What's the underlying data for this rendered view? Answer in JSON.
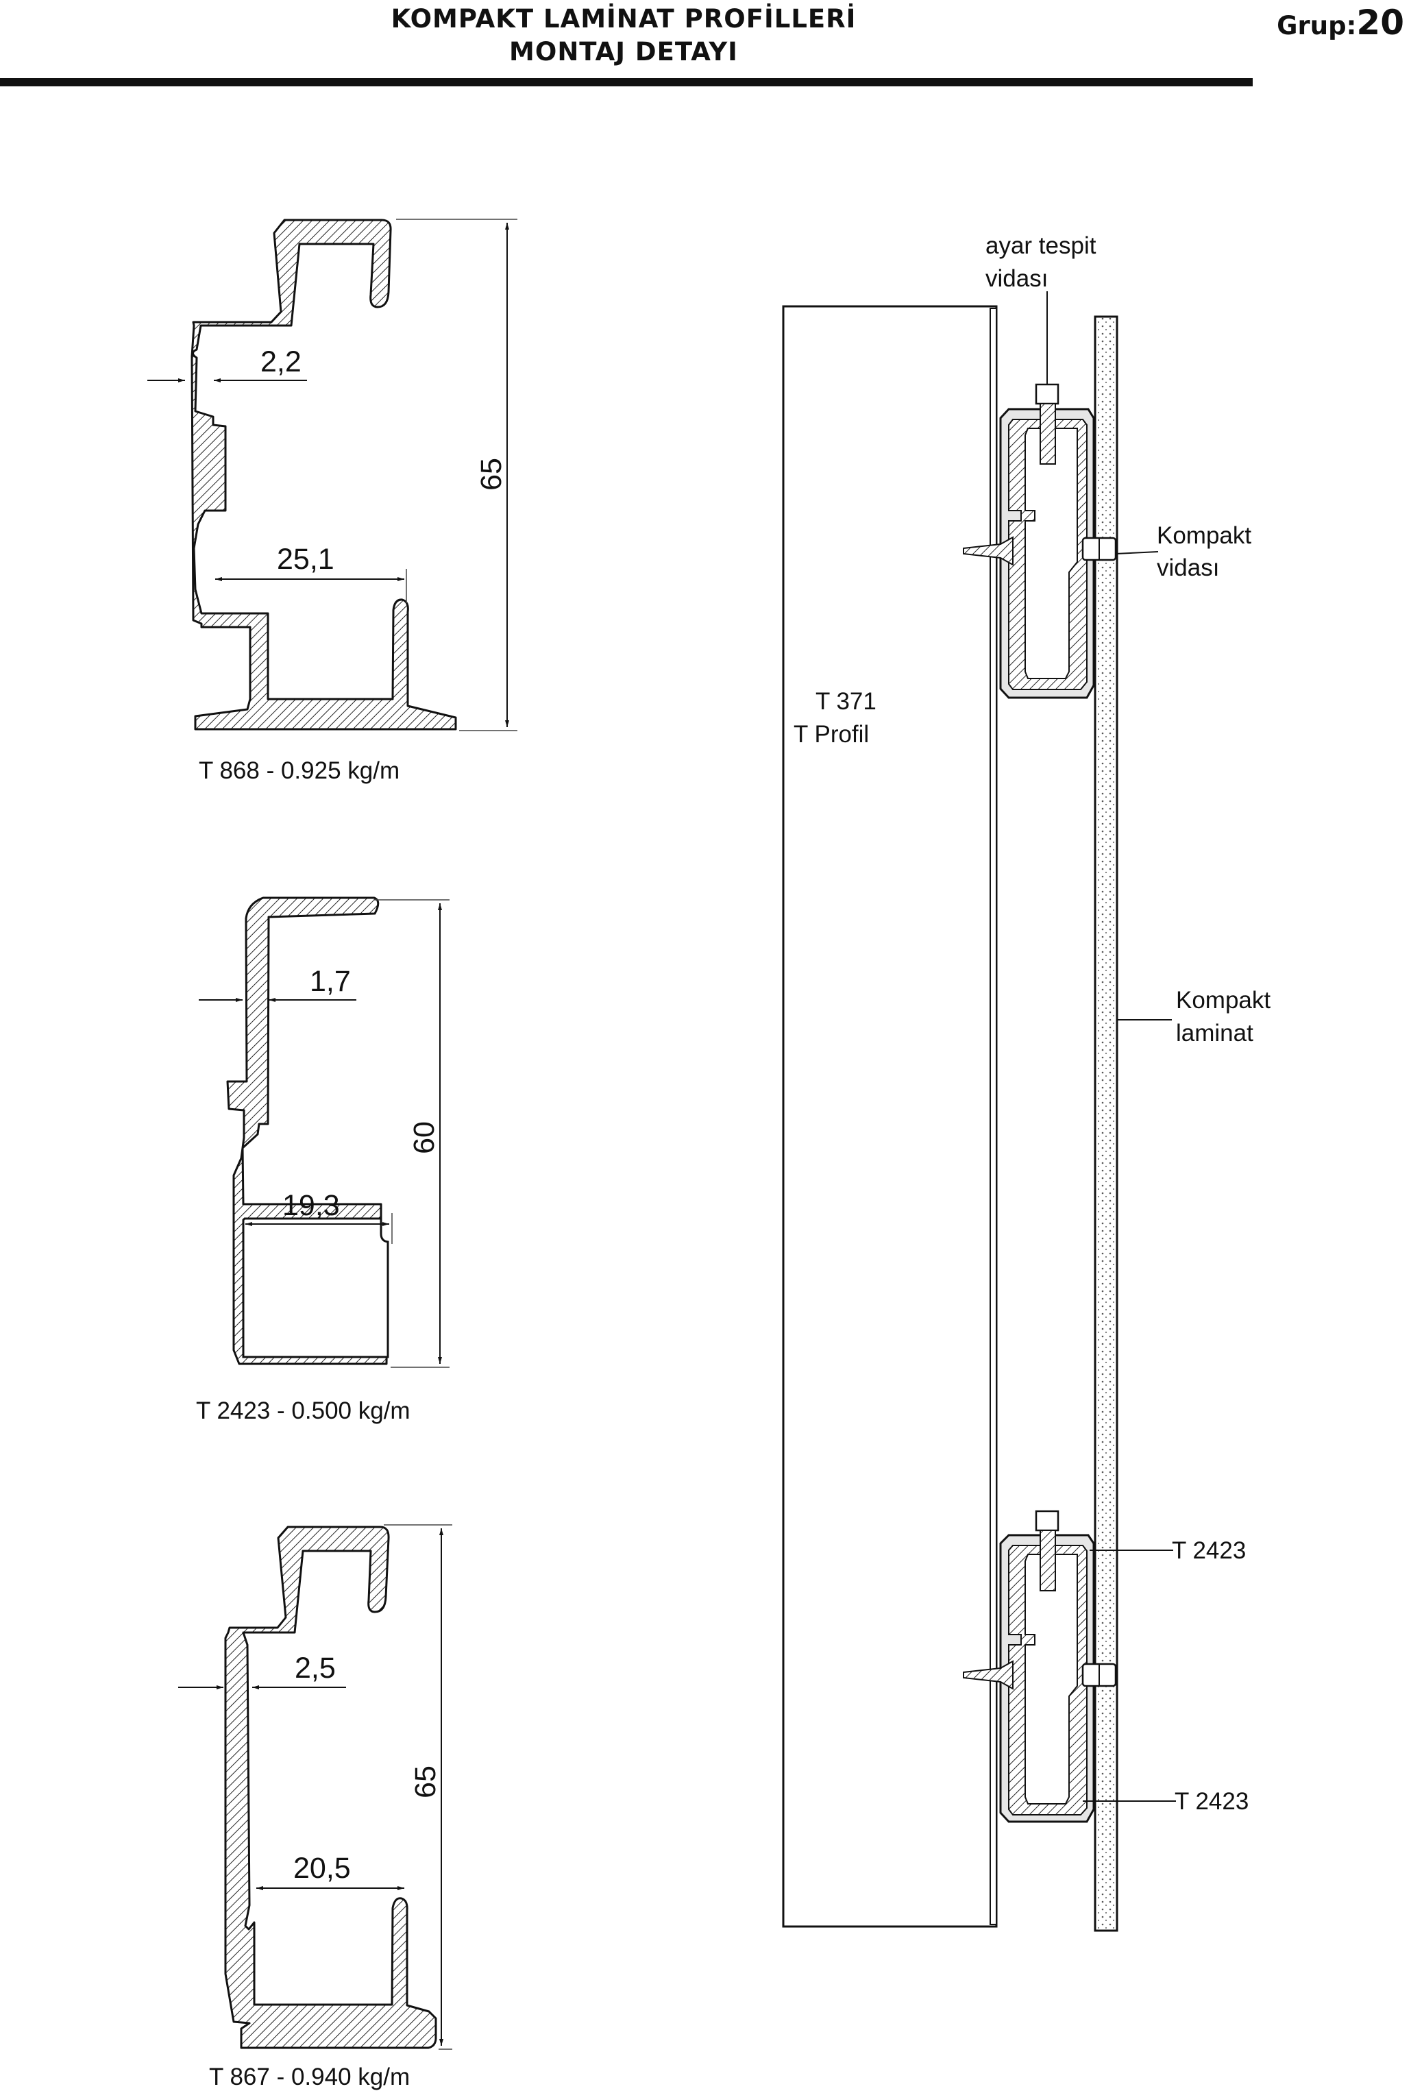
{
  "header": {
    "title_line1": "KOMPAKT LAMİNAT PROFİLLERİ",
    "title_line2": "MONTAJ DETAYI",
    "group_label": "Grup:",
    "group_number": "20"
  },
  "profiles": [
    {
      "caption": "T 868 - 0.925  kg/m",
      "height_dim": "65",
      "thickness_dim": "2,2",
      "width_dim": "25,1"
    },
    {
      "caption": "T 2423 - 0.500  kg/m",
      "height_dim": "60",
      "thickness_dim": "1,7",
      "width_dim": "19,3"
    },
    {
      "caption": "T 867 - 0.940  kg/m",
      "height_dim": "65",
      "thickness_dim": "2,5",
      "width_dim": "20,5"
    }
  ],
  "assembly": {
    "screw_label_line1": "ayar tespit",
    "screw_label_line2": "vidası",
    "kompakt_screw_line1": "Kompakt",
    "kompakt_screw_line2": "vidası",
    "t_profile_line1": "T 371",
    "t_profile_line2": "T Profil",
    "laminate_line1": "Kompakt",
    "laminate_line2": "laminat",
    "clip_top_label": "T 2423",
    "clip_bottom_label": "T 2423"
  }
}
